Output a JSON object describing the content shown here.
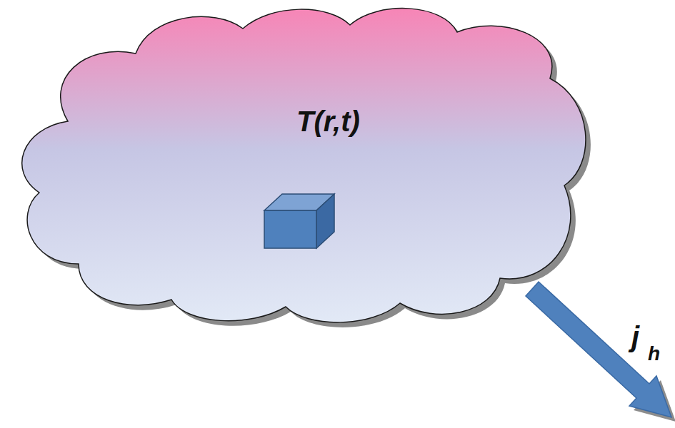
{
  "diagram": {
    "nodes": [
      {
        "text": [
          "T(r,t)"
        ]
      }
    ],
    "labels": [
      "j",
      "h"
    ]
  }
}
